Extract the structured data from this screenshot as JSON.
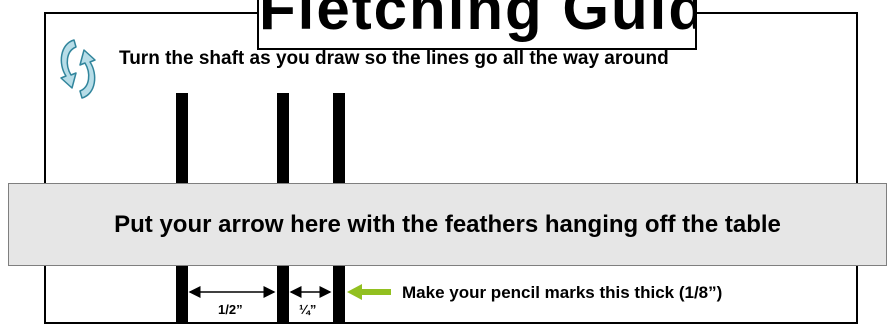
{
  "title": "Fletching Guide",
  "instruction": "Turn the shaft as you draw so the lines go all the way around",
  "banner": "Put your arrow here with the feathers hanging off the table",
  "dimensions": {
    "gap_1": "1/2”",
    "gap_2": "¼”"
  },
  "pencil_note": "Make your pencil marks this thick (1/8”)",
  "icons": {
    "rotate": "rotate-arrows-icon",
    "pointer": "green-left-arrow-icon"
  },
  "colors": {
    "pointer_arrow": "#92c020",
    "rotate_icon": "#b7dde8",
    "banner": "#e6e6e6"
  }
}
